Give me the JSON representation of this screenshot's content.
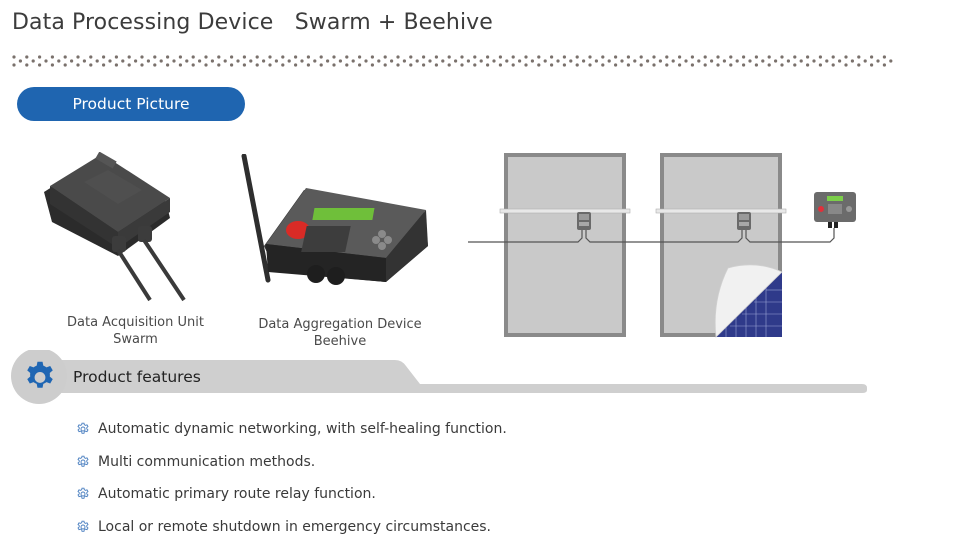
{
  "header": {
    "title": "Data Processing Device   Swarm + Beehive"
  },
  "section_product_picture": {
    "label": "Product Picture",
    "devices": [
      {
        "name": "Data Acquisition Unit",
        "model": "Swarm"
      },
      {
        "name": "Data Aggregation Device",
        "model": "Beehive"
      }
    ],
    "diagram": {
      "description": "Two solar panels (rear view) each with a Swarm unit on the frame, daisy-chained by cable to a Beehive device; second panel has a peeled corner revealing blue PV cells"
    }
  },
  "section_features": {
    "title": "Product features",
    "icon": "gear-icon",
    "items": [
      "Automatic dynamic networking, with self-healing function.",
      "Multi communication methods.",
      "Automatic primary route relay function.",
      "Local or remote shutdown in emergency circumstances."
    ]
  },
  "colors": {
    "accent": "#1f65b0",
    "bar_gray": "#cfcfcf",
    "dot_gray": "#7a716c",
    "panel_gray": "#c8c8c8",
    "panel_frame": "#8a8a8a",
    "cell_blue": "#2f3a8a"
  }
}
